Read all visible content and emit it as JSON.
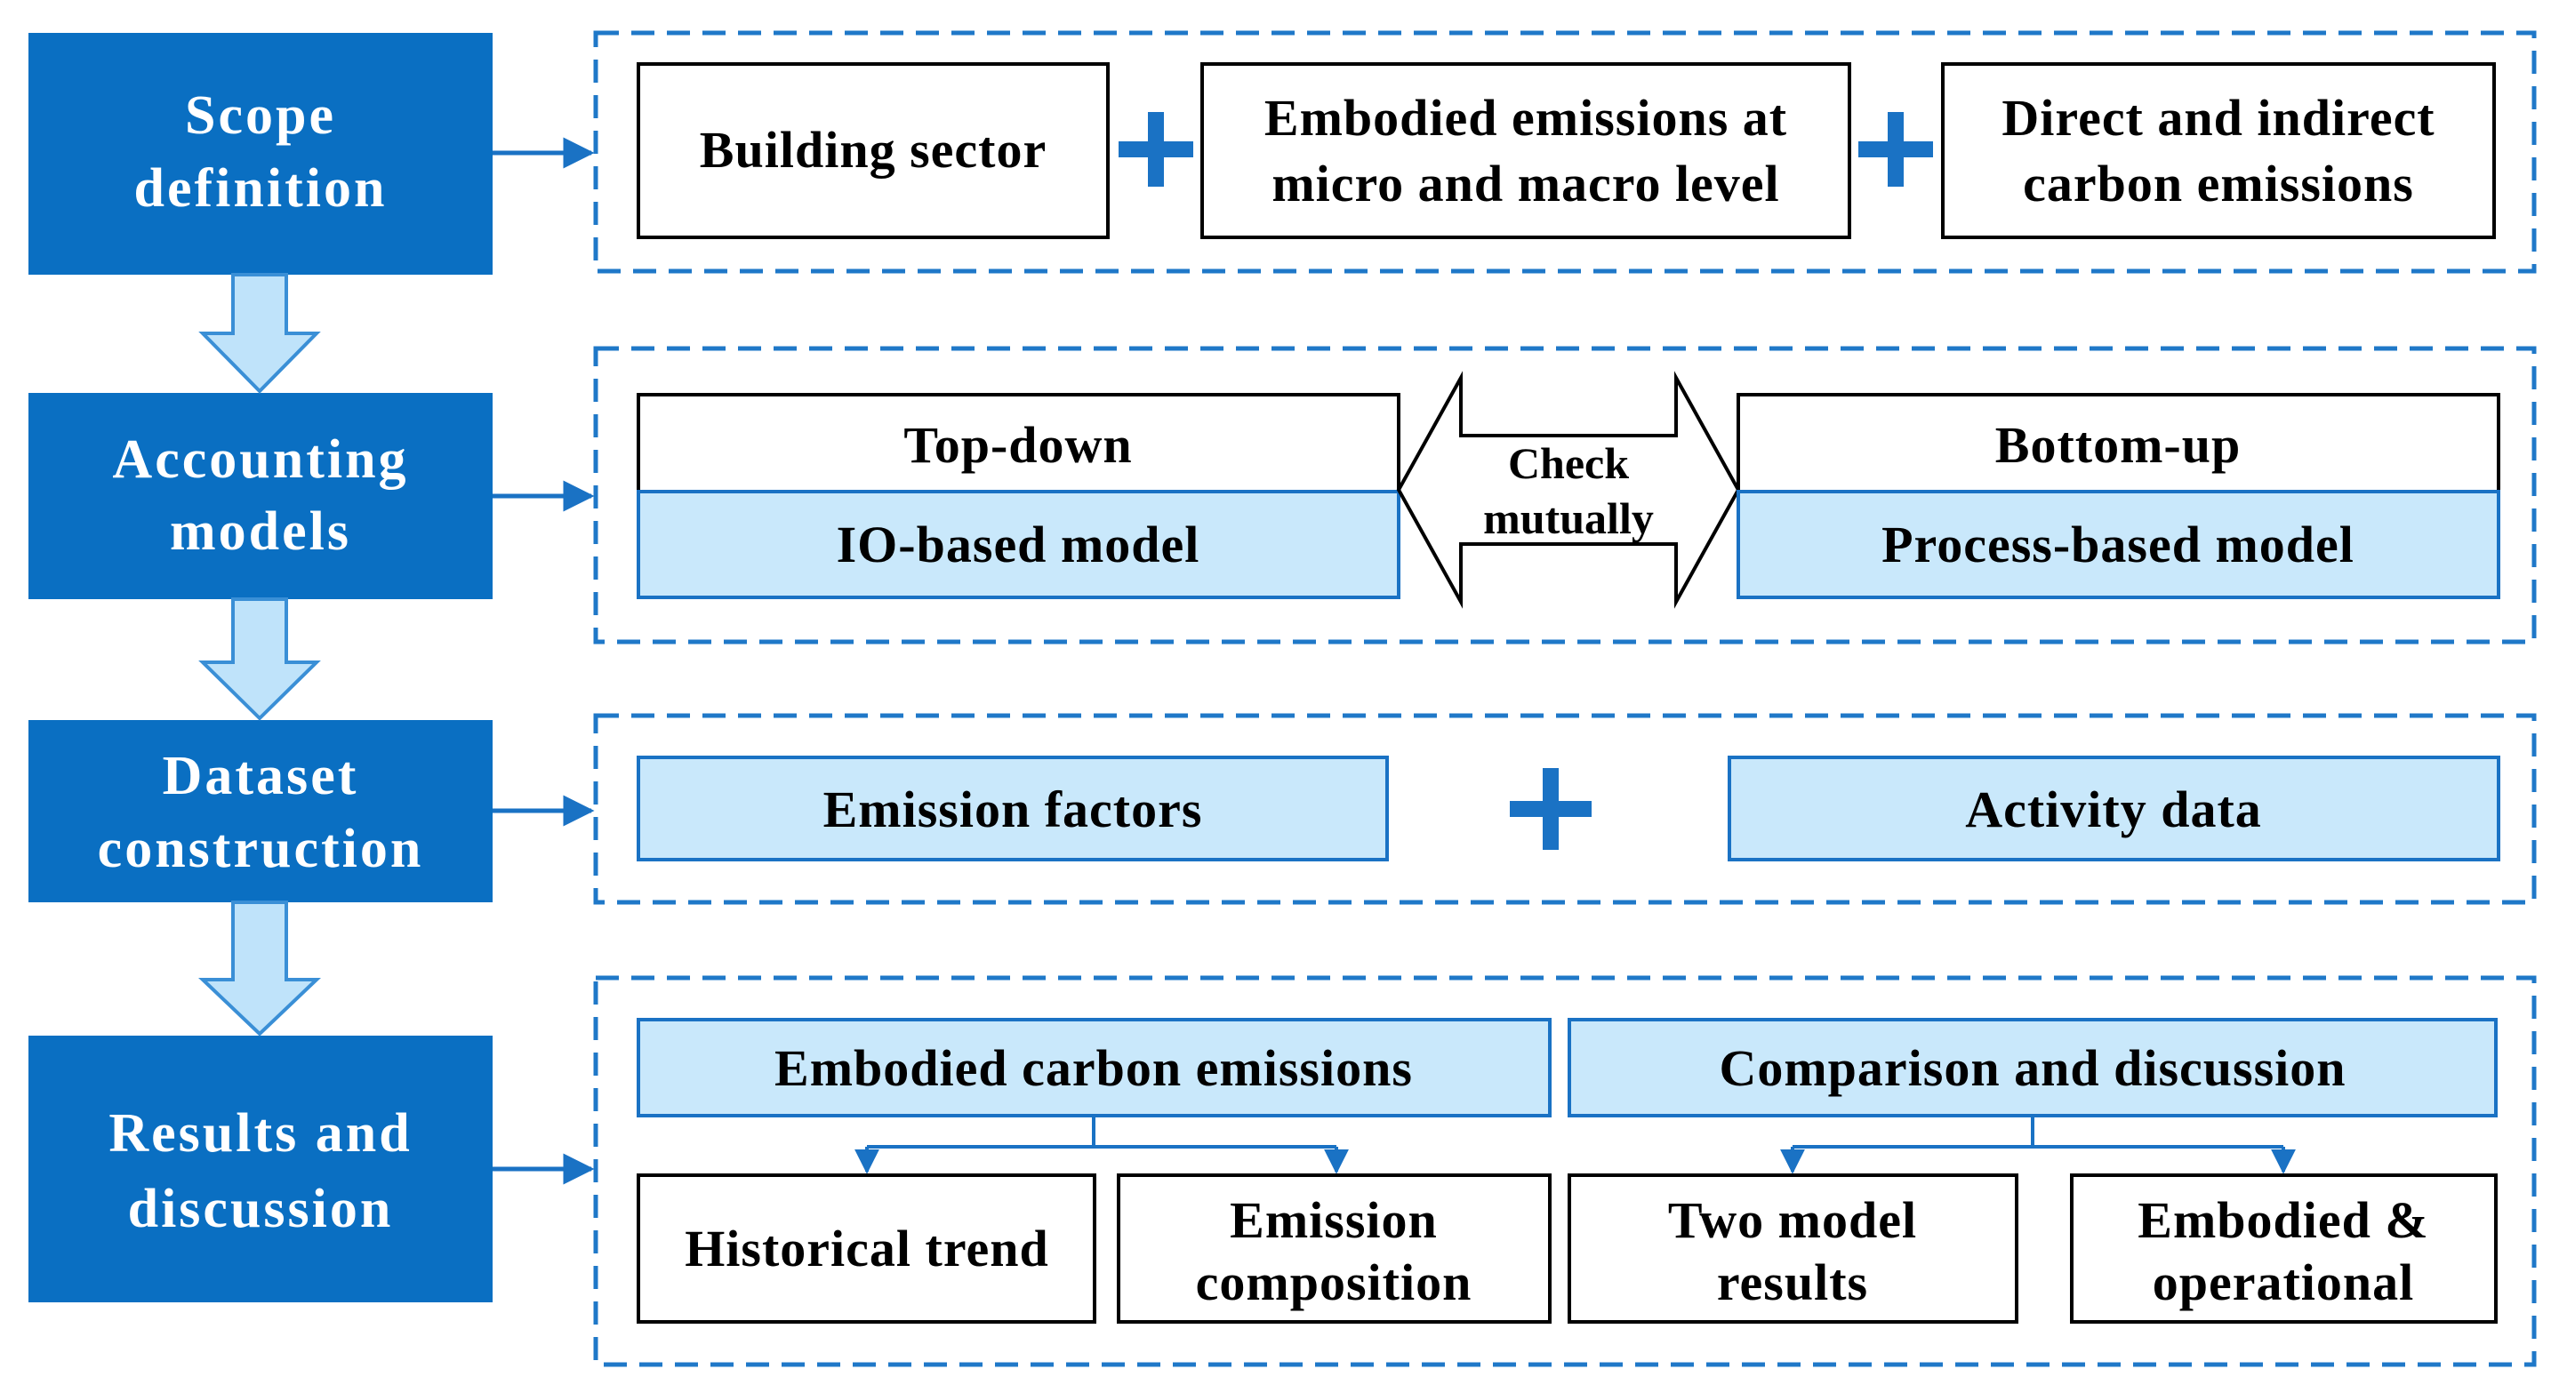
{
  "colors": {
    "stage_fill": "#0a6fc2",
    "light_fill": "#c9e8fb",
    "dash_border": "#1f78c8",
    "plus": "#1a72c4",
    "connector": "#1a72c4",
    "down_arrow_fill": "#bfe3fa",
    "down_arrow_stroke": "#3a8fd6",
    "box_border": "#000000"
  },
  "stages": {
    "scope": {
      "line1": "Scope",
      "line2": "definition"
    },
    "accounting": {
      "line1": "Accounting",
      "line2": "models"
    },
    "dataset": {
      "line1": "Dataset",
      "line2": "construction"
    },
    "results": {
      "line1": "Results and",
      "line2": "discussion"
    }
  },
  "scope": {
    "building_sector": "Building sector",
    "embodied": {
      "line1": "Embodied emissions at",
      "line2": "micro and macro level"
    },
    "direct": {
      "line1": "Direct and indirect",
      "line2": "carbon emissions"
    },
    "plus_icon": "plus-icon"
  },
  "accounting": {
    "top_down": {
      "title": "Top-down",
      "model": "IO-based model"
    },
    "bottom_up": {
      "title": "Bottom-up",
      "model": "Process-based model"
    },
    "check": {
      "line1": "Check",
      "line2": "mutually"
    }
  },
  "dataset": {
    "emission_factors": "Emission factors",
    "activity_data": "Activity data"
  },
  "results": {
    "embodied_carbon": "Embodied carbon emissions",
    "comparison": "Comparison and discussion",
    "historical_trend": "Historical trend",
    "emission_composition": {
      "line1": "Emission",
      "line2": "composition"
    },
    "two_model": {
      "line1": "Two model",
      "line2": "results"
    },
    "embodied_operational": {
      "line1": "Embodied &",
      "line2": "operational"
    }
  }
}
